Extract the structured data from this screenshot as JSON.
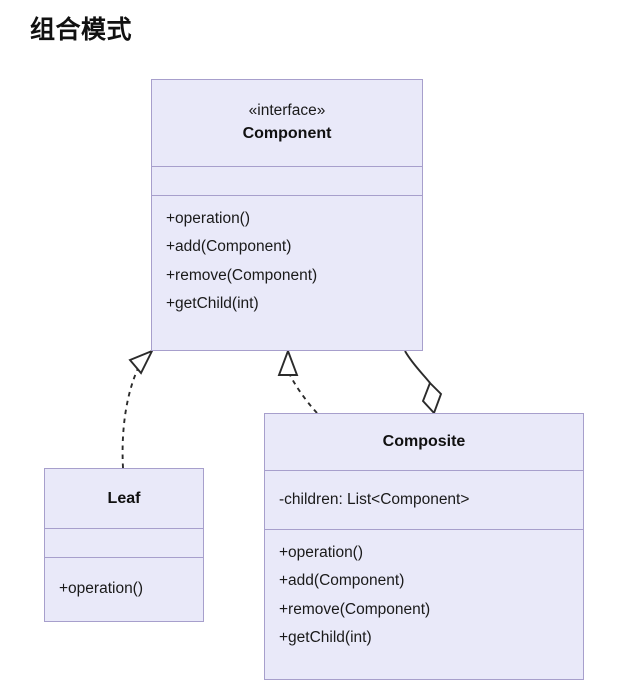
{
  "title": "组合模式",
  "diagram": {
    "type": "uml-class-diagram",
    "theme": {
      "box_fill": "#e9e9f9",
      "box_border": "#a79fcc",
      "line_color": "#2b2b2b",
      "text_color": "#1a1a1a",
      "background": "#ffffff"
    },
    "classes": [
      {
        "id": "component",
        "stereotype": "«interface»",
        "name": "Component",
        "attributes": [],
        "methods": [
          "+operation()",
          "+add(Component)",
          "+remove(Component)",
          "+getChild(int)"
        ]
      },
      {
        "id": "leaf",
        "stereotype": "",
        "name": "Leaf",
        "attributes": [],
        "methods": [
          "+operation()"
        ]
      },
      {
        "id": "composite",
        "stereotype": "",
        "name": "Composite",
        "attributes": [
          "-children: List<Component>"
        ],
        "methods": [
          "+operation()",
          "+add(Component)",
          "+remove(Component)",
          "+getChild(int)"
        ]
      }
    ],
    "relations": [
      {
        "id": "leaf-realizes-component",
        "kind": "realization",
        "from": "leaf",
        "to": "component",
        "line_style": "dashed",
        "head": "hollow-triangle"
      },
      {
        "id": "composite-realizes-component",
        "kind": "realization",
        "from": "composite",
        "to": "component",
        "line_style": "dashed",
        "head": "hollow-triangle"
      },
      {
        "id": "component-aggregated-by-composite",
        "kind": "aggregation",
        "from": "component",
        "to": "composite",
        "line_style": "solid",
        "head": "hollow-diamond"
      }
    ]
  }
}
